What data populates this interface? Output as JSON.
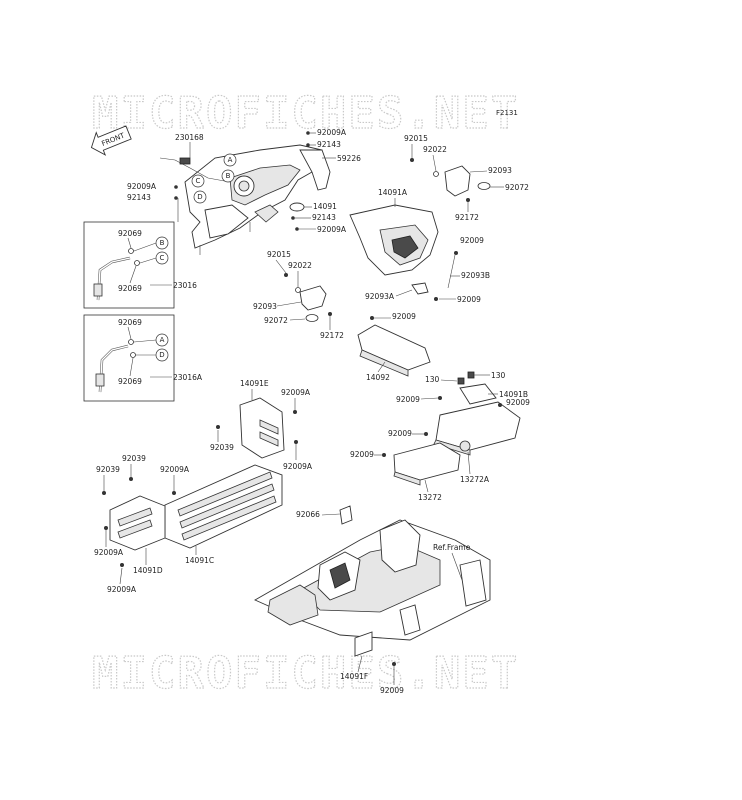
{
  "watermark_text": "MICROFICHES.NET",
  "figure_code": "F2131",
  "front_arrow_text": "FRONT",
  "ref_frame_text": "Ref.Frame",
  "callout_letters": [
    "A",
    "B",
    "C",
    "D"
  ],
  "labels": {
    "p230168": "230168",
    "p92009A_a": "92009A",
    "p92143_a": "92143",
    "p59226": "59226",
    "p92009A_b": "92009A",
    "p92143_b": "92143",
    "p14091": "14091",
    "p92143_c": "92143",
    "p92009A_c": "92009A",
    "p92015_a": "92015",
    "p92022_a": "92022",
    "p92093_a": "92093",
    "p92072_a": "92072",
    "p92172_a": "92172",
    "p14091A": "14091A",
    "p92009_a": "92009",
    "p92093B": "92093B",
    "p92093A": "92093A",
    "p92009_b": "92009",
    "p92069_a": "92069",
    "p92069_b": "92069",
    "p23016": "23016",
    "p92015_b": "92015",
    "p92022_b": "92022",
    "p92093_b": "92093",
    "p92072_b": "92072",
    "p92172_b": "92172",
    "p92009_c": "92009",
    "p14092": "14092",
    "p92069_c": "92069",
    "p92069_d": "92069",
    "p23016A": "23016A",
    "p130_a": "130",
    "p130_b": "130",
    "p14091B": "14091B",
    "p92009_d": "92009",
    "p92009_e": "92009",
    "p92009_f": "92009",
    "p92009_g": "92009",
    "p13272": "13272",
    "p13272A": "13272A",
    "p14091E": "14091E",
    "p92009A_d": "92009A",
    "p92039_a": "92039",
    "p92009A_e": "92009A",
    "p92039_b": "92039",
    "p92039_c": "92039",
    "p92009A_f": "92009A",
    "p92009A_g": "92009A",
    "p14091D": "14091D",
    "p14091C": "14091C",
    "p92009A_h": "92009A",
    "p92066": "92066",
    "p14091F": "14091F",
    "p92009_h": "92009"
  }
}
